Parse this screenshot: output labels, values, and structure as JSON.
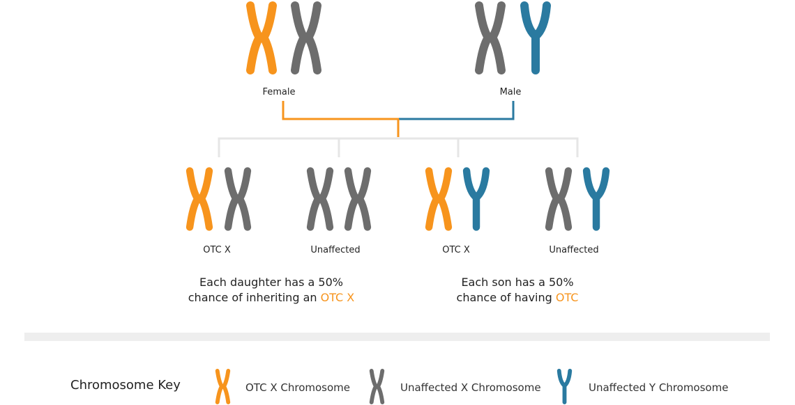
{
  "colors": {
    "otc": "#F7941D",
    "unaffected_x": "#6D6D6D",
    "y": "#2A7AA0",
    "connector": "#E6E6E6",
    "divider": "#EEEEEE"
  },
  "parents": {
    "female_label": "Female",
    "male_label": "Male"
  },
  "children": [
    {
      "label": "OTC X"
    },
    {
      "label": "Unaffected"
    },
    {
      "label": "OTC X"
    },
    {
      "label": "Unaffected"
    }
  ],
  "daughter_msg": {
    "line1": "Each daughter has a 50%",
    "line2_prefix": "chance of inheriting an ",
    "line2_highlight": "OTC X"
  },
  "son_msg": {
    "line1": "Each son has a 50%",
    "line2_prefix": "chance of having ",
    "line2_highlight": "OTC"
  },
  "key": {
    "title": "Chromosome Key",
    "items": [
      {
        "label": "OTC X Chromosome",
        "icon": "otc-x-chromosome-icon"
      },
      {
        "label": "Unaffected X Chromosome",
        "icon": "unaffected-x-chromosome-icon"
      },
      {
        "label": "Unaffected Y Chromosome",
        "icon": "y-chromosome-icon"
      }
    ]
  }
}
